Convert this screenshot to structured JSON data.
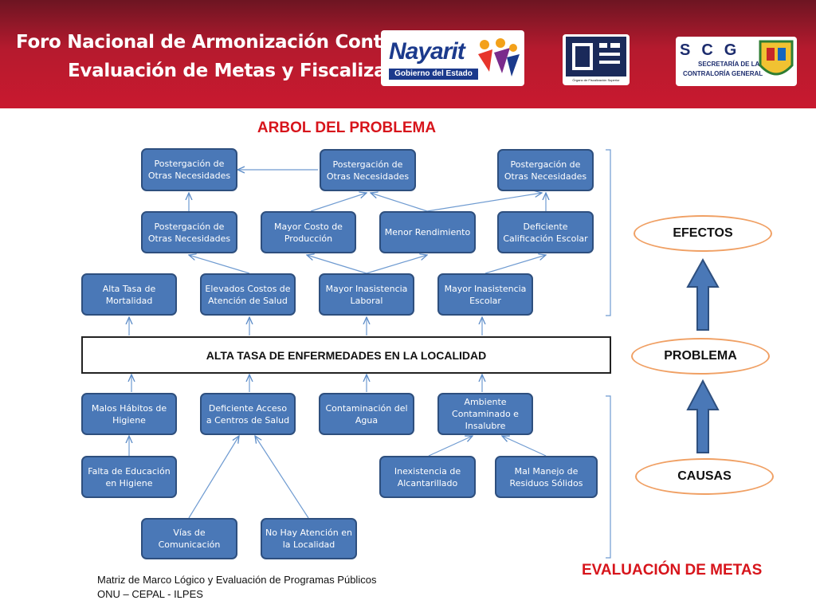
{
  "header": {
    "line1": "Foro Nacional de Armonización Contable,",
    "line2": "Evaluación de Metas y Fiscalización",
    "nayarit_name": "Nayarit",
    "nayarit_sub": "Gobierno del Estado",
    "osf_caption": "Órgano de Fiscalización Superior",
    "scg_letters": "SCG",
    "scg_sub1": "SECRETARÍA DE LA",
    "scg_sub2": "CONTRALORÍA GENERAL"
  },
  "diagram": {
    "title": "ARBOL DEL PROBLEMA",
    "problem": "ALTA TASA DE ENFERMEDADES EN LA LOCALIDAD",
    "effects": {
      "top_1": "Postergación de Otras Necesidades",
      "top_2": "Postergación de Otras Necesidades",
      "top_3": "Postergación de Otras Necesidades",
      "mid_1": "Postergación de Otras Necesidades",
      "mid_2": "Mayor Costo de Producción",
      "mid_3": "Menor Rendimiento",
      "mid_4": "Deficiente Calificación Escolar",
      "low_1": "Alta Tasa de Mortalidad",
      "low_2": "Elevados Costos de Atención de Salud",
      "low_3": "Mayor Inasistencia Laboral",
      "low_4": "Mayor Inasistencia Escolar"
    },
    "causes": {
      "c1_1": "Malos Hábitos de Higiene",
      "c1_2": "Deficiente Acceso a Centros de Salud",
      "c1_3": "Contaminación del Agua",
      "c1_4": "Ambiente Contaminado e Insalubre",
      "c2_1": "Falta de Educación en Higiene",
      "c2_2": "Inexistencia de Alcantarillado",
      "c2_3": "Mal Manejo de Residuos Sólidos",
      "c3_1": "Vías de Comunicación",
      "c3_2": "No Hay Atención en la Localidad"
    },
    "legend": {
      "effects": "EFECTOS",
      "problem": "PROBLEMA",
      "causes": "CAUSAS"
    }
  },
  "section_title": "EVALUACIÓN DE METAS",
  "footer": {
    "line1": "Matriz de Marco Lógico y Evaluación de Programas Públicos",
    "line2": "ONU – CEPAL - ILPES"
  },
  "colors": {
    "header_red": "#c9192f",
    "node_blue": "#4a78b7",
    "accent_red": "#d7141b",
    "oval_border": "#f0a064"
  }
}
